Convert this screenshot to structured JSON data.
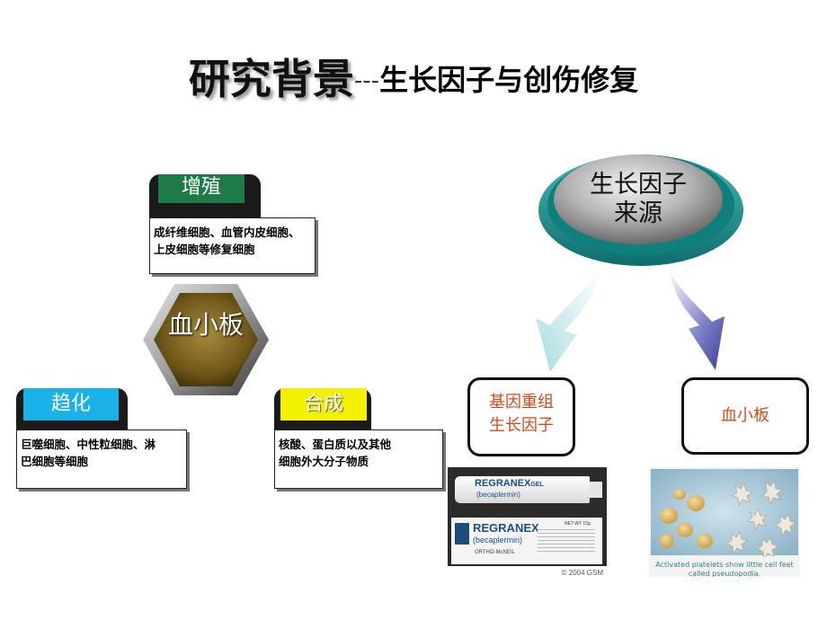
{
  "title": {
    "main": "研究背景",
    "dashes": "---",
    "sub": "生长因子与创伤修复"
  },
  "center": {
    "label": "血小板"
  },
  "branches": {
    "proliferation": {
      "tag": "增殖",
      "tag_color": "#1f7a4a",
      "desc_line1": "成纤维细胞、血管内皮细胞、",
      "desc_line2": "上皮细胞等修复细胞"
    },
    "chemotaxis": {
      "tag": "趋化",
      "tag_color": "#1ab0e8",
      "desc_line1": "巨噬细胞、中性粒细胞、淋",
      "desc_line2": "巴细胞等细胞"
    },
    "synthesis": {
      "tag": "合成",
      "tag_color": "#f2f200",
      "desc_line1": "核酸、蛋白质以及其他",
      "desc_line2": "细胞外大分子物质"
    }
  },
  "source": {
    "line1": "生长因子",
    "line2": "来源",
    "left_box_line1": "基因重组",
    "left_box_line2": "生长因子",
    "right_box": "血小板"
  },
  "product": {
    "brand": "REGRANEX",
    "gel": "GEL",
    "generic": "(becaplermin)",
    "company": "ORTHO-McNEIL",
    "net_wt": "NET WT 15g",
    "copyright": "© 2004 GSM"
  },
  "platelet_caption": {
    "line1": "Activated platelets show little cell feet",
    "line2": "called pseudopodia."
  }
}
